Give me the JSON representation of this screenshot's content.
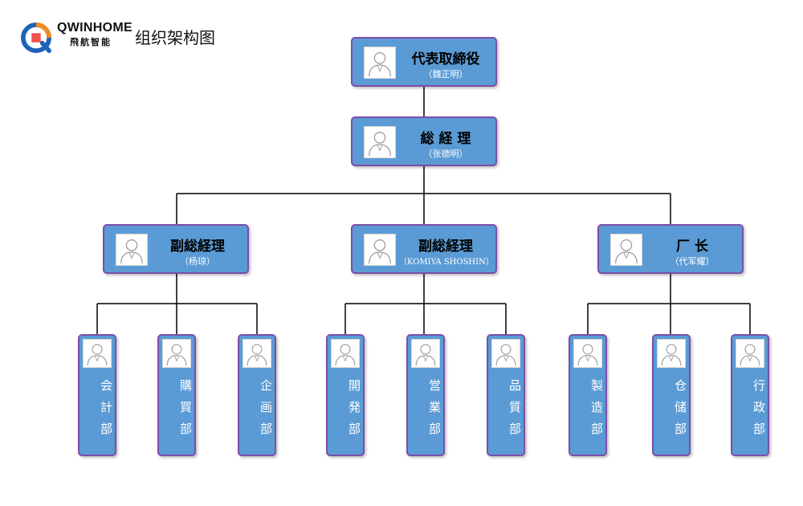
{
  "header": {
    "brand": "QWINHOME",
    "brand_sub": "飛航智能",
    "title": "组织架构图"
  },
  "org": {
    "ceo": {
      "title": "代表取締役",
      "name": "（魏正明）"
    },
    "gm": {
      "title": "総 経 理",
      "name": "（张德明）"
    },
    "managers": [
      {
        "title": "副総経理",
        "name": "（杨琼）"
      },
      {
        "title": "副総経理",
        "name": "（KOMIYA SHOSHIN）"
      },
      {
        "title": "厂 长",
        "name": "（代军耀）"
      }
    ],
    "departments": [
      {
        "label": "会計部"
      },
      {
        "label": "購買部"
      },
      {
        "label": "企画部"
      },
      {
        "label": "開発部"
      },
      {
        "label": "営業部"
      },
      {
        "label": "品質部"
      },
      {
        "label": "製造部"
      },
      {
        "label": "仓储部"
      },
      {
        "label": "行政部"
      }
    ]
  },
  "colors": {
    "box_fill": "#5b9bd5",
    "box_border": "#7d4da8",
    "line": "#000000"
  }
}
